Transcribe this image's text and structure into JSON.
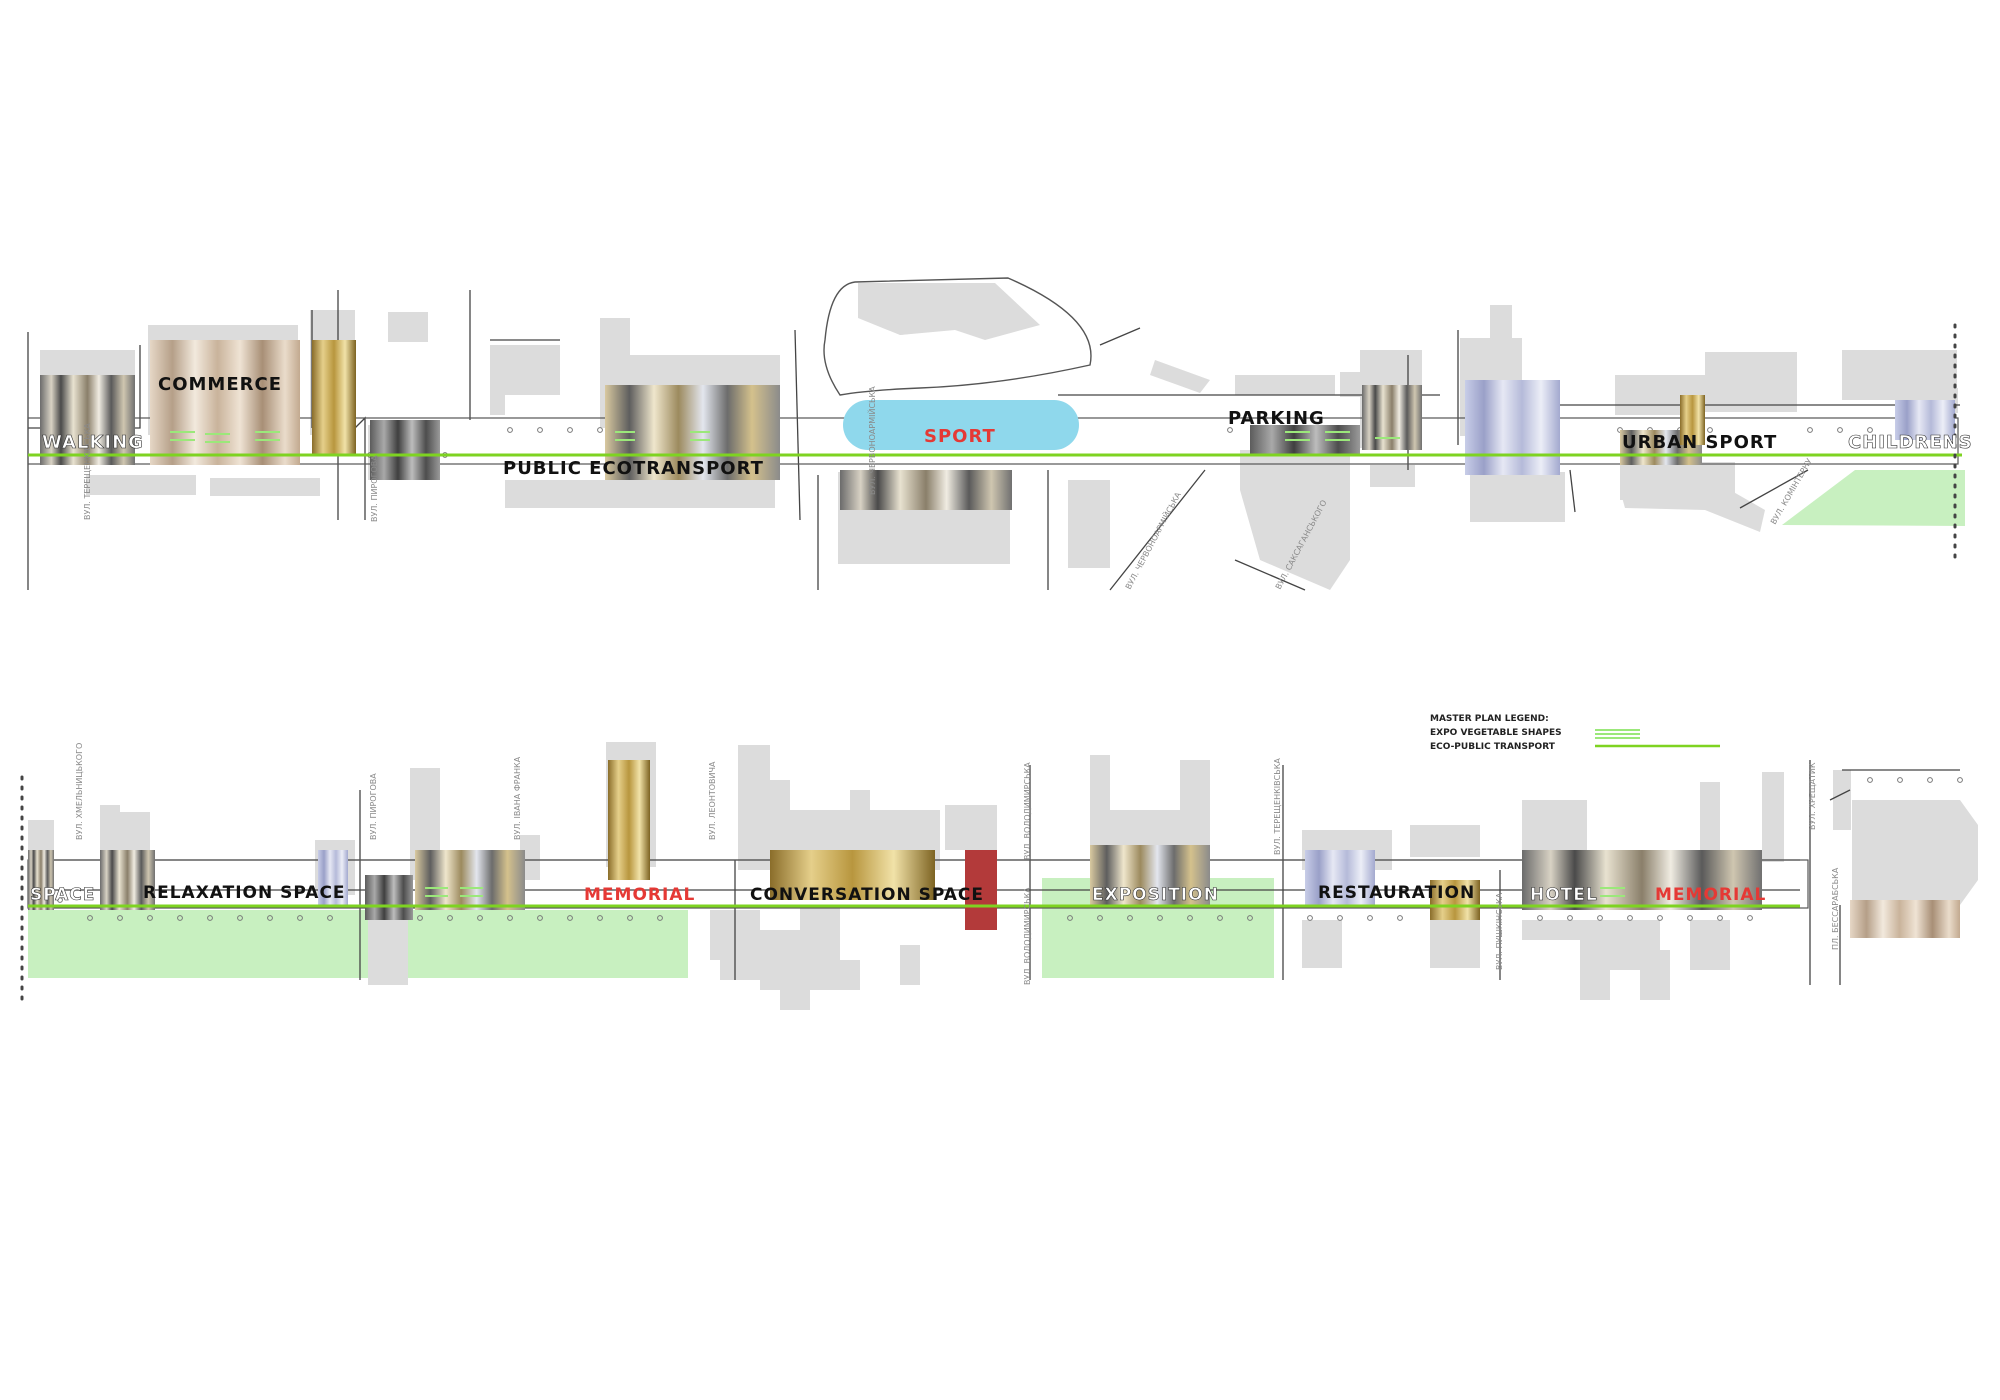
{
  "legend": {
    "title": "MASTER PLAN LEGEND:",
    "items": [
      {
        "label": "EXPO VEGETABLE SHAPES",
        "color": "#9be87a"
      },
      {
        "label": "ECO-PUBLIC TRANSPORT",
        "color": "#7ed321"
      }
    ]
  },
  "colors": {
    "eco_line": "#7ed321",
    "green_area": "#c8f0c0",
    "sport_area": "#8fd8ec",
    "building": "#dcdcdc",
    "memorial": "#e53935"
  },
  "zones_top": {
    "walking": "WALKING",
    "commerce": "COMMERCE",
    "public_ecotransport": "PUBLIC ECOTRANSPORT",
    "sport": "SPORT",
    "parking": "PARKING",
    "urban_sport": "URBAN SPORT",
    "childrens": "CHILDRENS"
  },
  "zones_bottom": {
    "space": "SPACE",
    "relaxation_space": "RELAXATION SPACE",
    "memorial_1": "MEMORIAL",
    "conversation_space": "CONVERSATION SPACE",
    "exposition": "EXPOSITION",
    "restauration": "RESTAURATION",
    "hotel": "HOTEL",
    "memorial_2": "MEMORIAL"
  },
  "streets_top": {
    "s1": "ВУЛ. ТЕРЕЩЕНКІВСЬКА",
    "s2": "ВУЛ. ПИРОГОВА",
    "s3": "ВУЛ. ЧЕРВОНОАРМІЙСЬКА",
    "s4": "ВУЛ. САКСАГАНСЬКОГО",
    "s5": "ВУЛ. ЧЕРВОНОАРМІЙСЬКА",
    "s6": "ВУЛ. КОМІНТЕРНУ"
  },
  "streets_bottom": {
    "s1": "ВУЛ. ХМЕЛЬНИЦЬКОГО",
    "s2": "ВУЛ. ПИРОГОВА",
    "s3": "ВУЛ. ІВАНА ФРАНКА",
    "s4": "ВУЛ. ЛЕОНТОВИЧА",
    "s5": "ВУЛ. ВОЛОДИМИРСЬКА",
    "s6": "ВУЛ. ТЕРЕЩЕНКІВСЬКА",
    "s7": "ВУЛ. ПУШКІНСЬКА",
    "s8": "ВУЛ. ХРЕЩАТИК",
    "s9": "ПЛ. БЕССАРАБСЬКА"
  }
}
